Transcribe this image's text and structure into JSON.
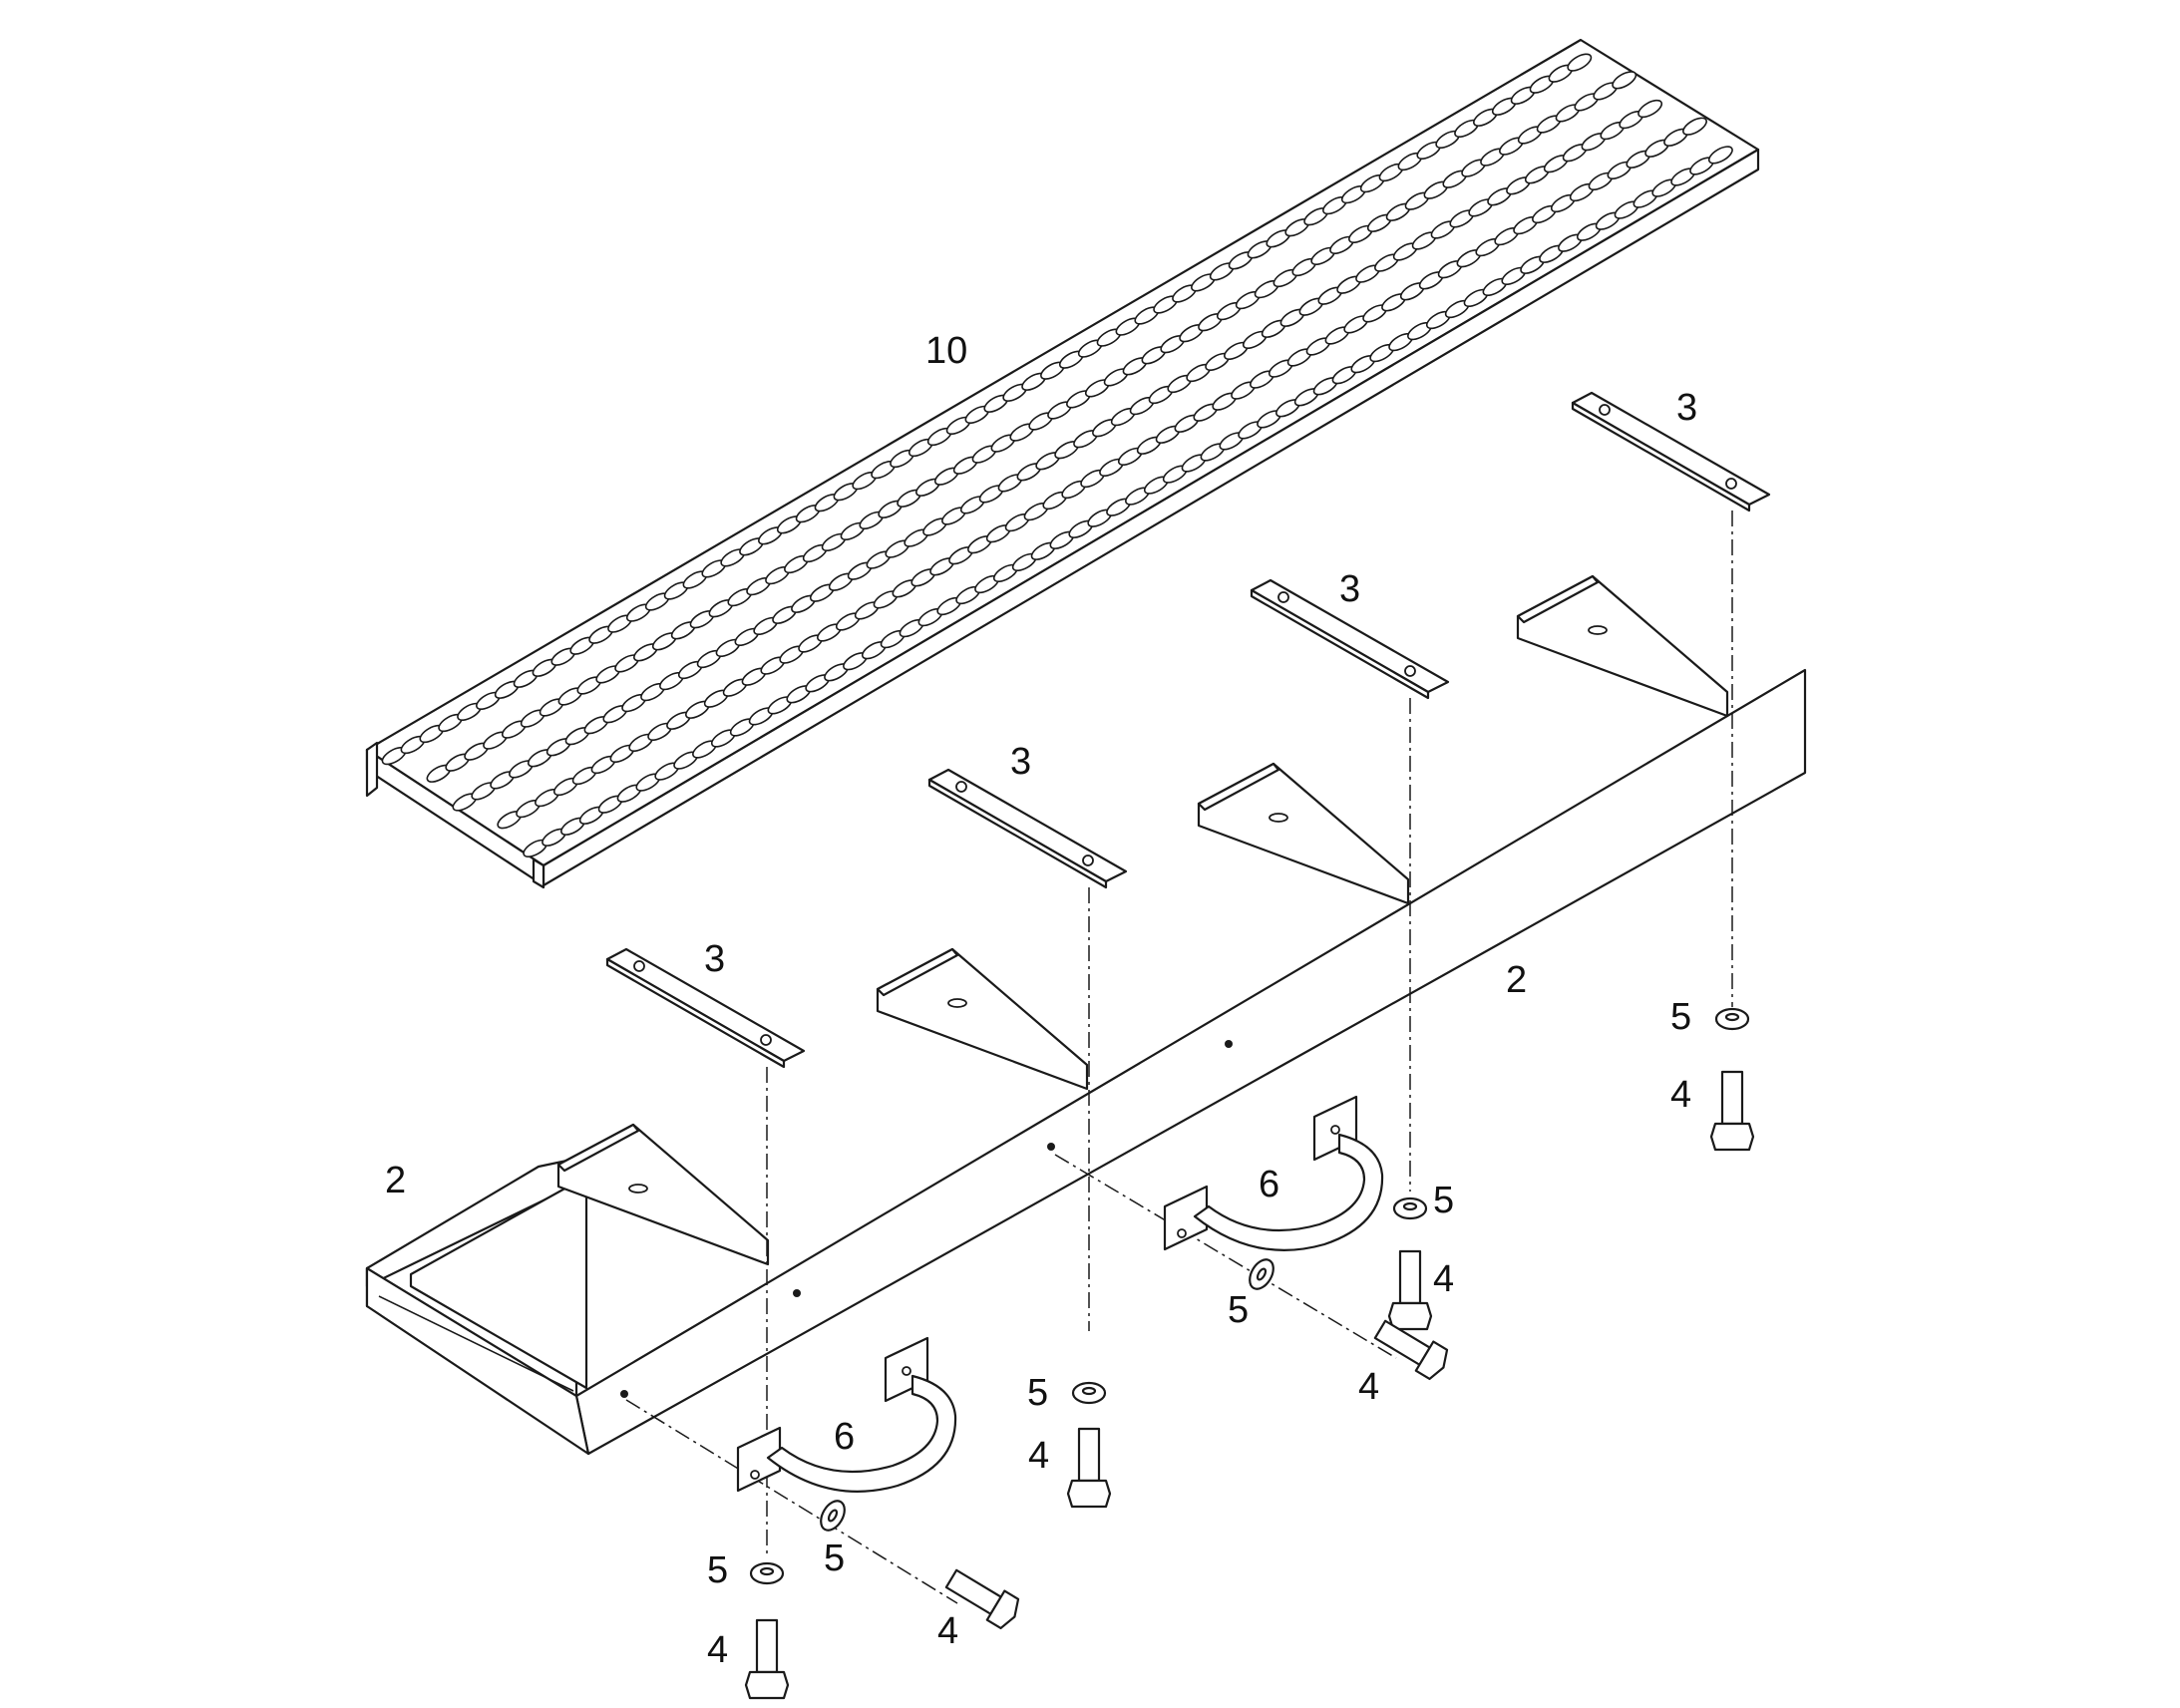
{
  "diagram": {
    "kind": "exploded-parts-view",
    "line_color": "#1a1a1a",
    "background": "#ffffff",
    "callouts": {
      "grating": "10",
      "side_rail": "2",
      "plate": "3",
      "bolt": "4",
      "washer": "5",
      "handle": "6"
    }
  }
}
